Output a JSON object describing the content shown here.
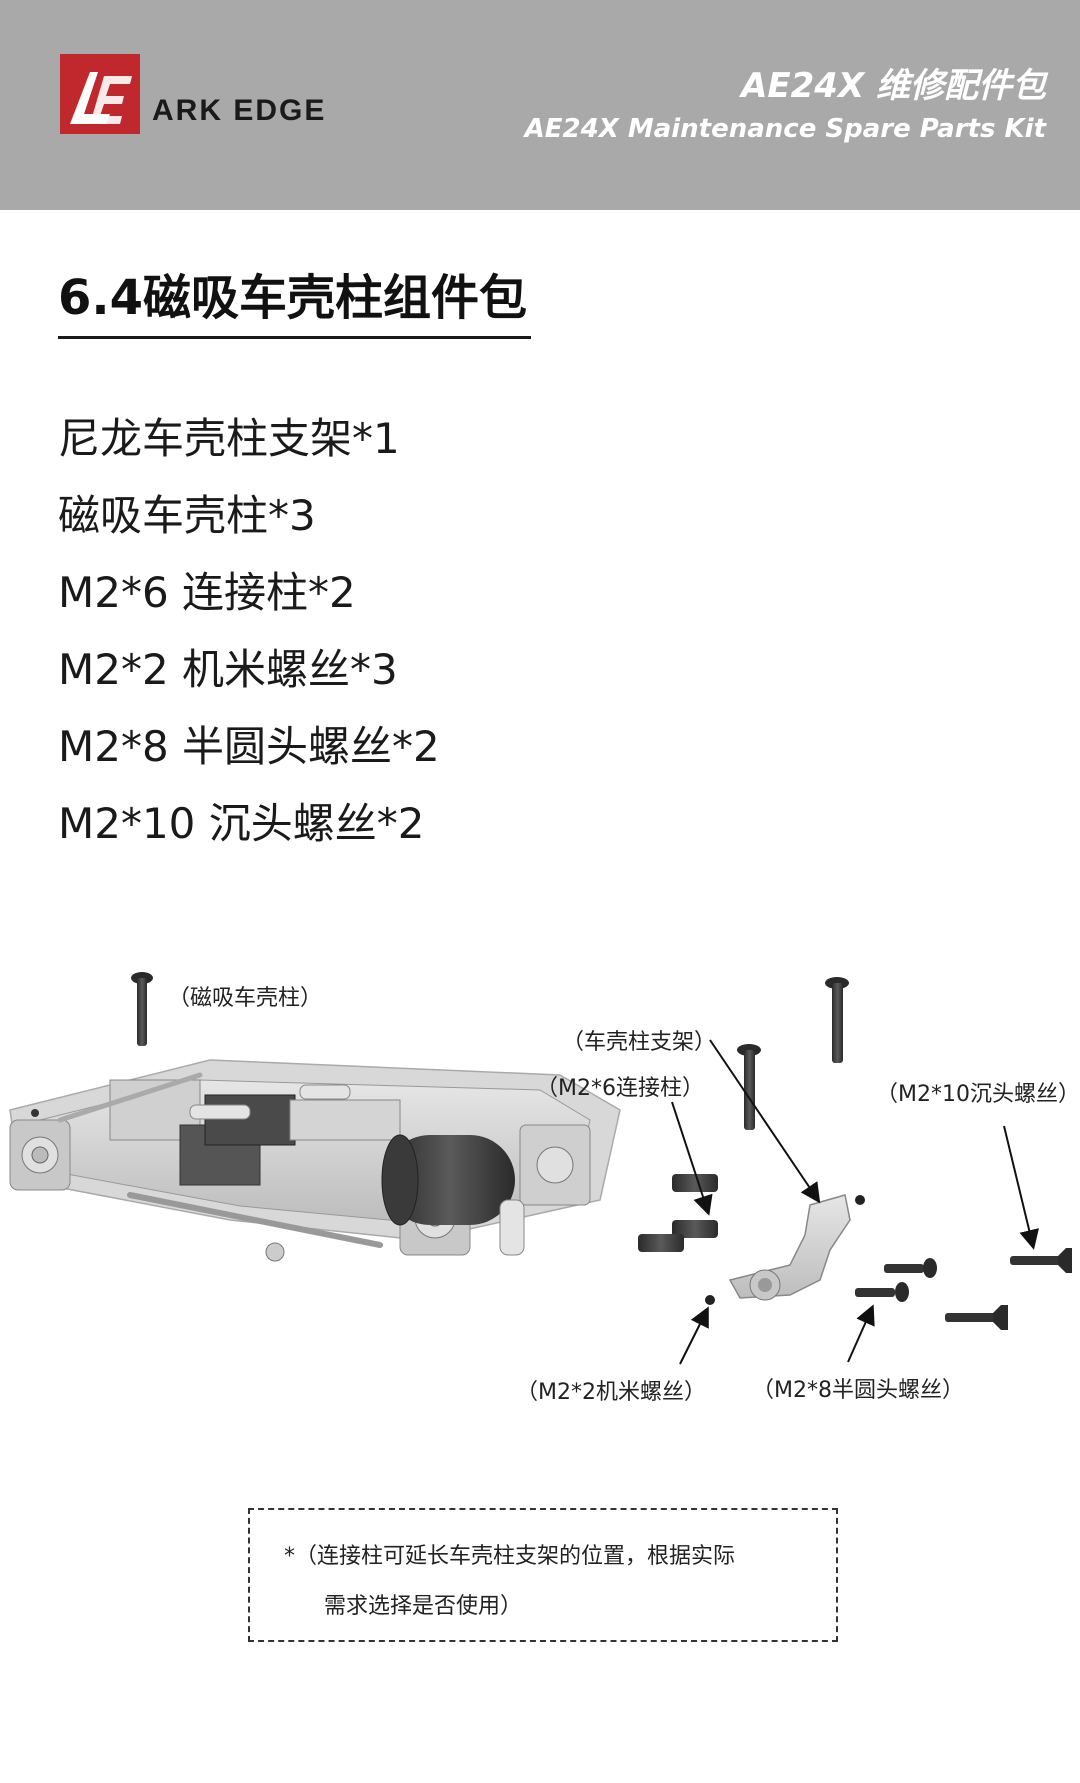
{
  "header": {
    "brand": "ARK EDGE",
    "kit_title_cn": "AE24X 维修配件包",
    "kit_title_en": "AE24X Maintenance Spare Parts Kit",
    "background": "#a9a9a9",
    "logo_color": "#c0282d"
  },
  "section": {
    "title": "6.4磁吸车壳柱组件包"
  },
  "parts": [
    "尼龙车壳柱支架*1",
    "磁吸车壳柱*3",
    "M2*6 连接柱*2",
    "M2*2 机米螺丝*3",
    "M2*8 半圆头螺丝*2",
    "M2*10 沉头螺丝*2"
  ],
  "diagram": {
    "labels": {
      "magnetic_post": "（磁吸车壳柱）",
      "bracket": "（车壳柱支架）",
      "connector": "（M2*6连接柱）",
      "countersunk": "（M2*10沉头螺丝）",
      "set_screw": "（M2*2机米螺丝）",
      "button_head": "（M2*8半圆头螺丝）"
    }
  },
  "note": {
    "line1": "*（连接柱可延长车壳柱支架的位置，根据实际",
    "line2": "需求选择是否使用）"
  }
}
